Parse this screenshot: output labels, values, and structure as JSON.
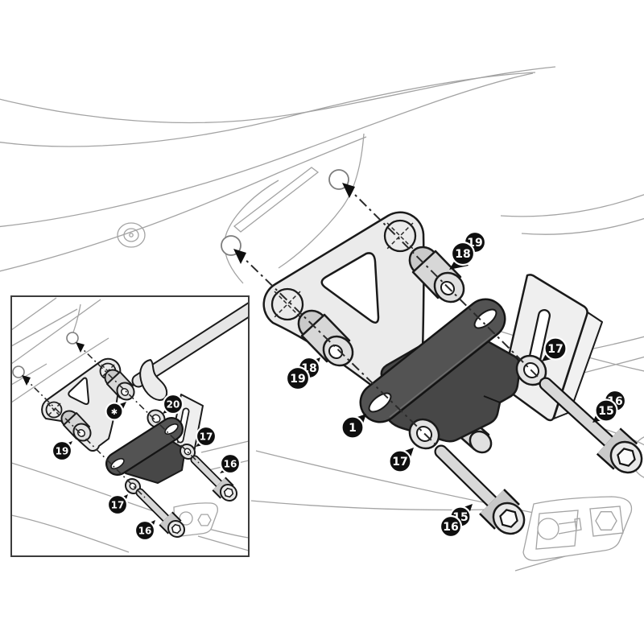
{
  "diagram": {
    "kind": "exploded-assembly-instruction",
    "background": "#ffffff",
    "colors": {
      "outline": "#1a1a1a",
      "bike_line": "#a3a3a3",
      "bracket_fill": "#ebebeb",
      "plate_fill": "#efefef",
      "spacer_fill": "#d7d7d7",
      "washer_fill": "#e3e3e3",
      "bolt_shaft_fill": "#d8d8d8",
      "bolt_head_fill": "#c9c9c9",
      "link_fill": "#535353",
      "cover_fill": "#474747",
      "badge_bg": "#0f0f0f",
      "badge_text": "#ffffff"
    },
    "views": {
      "main": {
        "callouts": [
          {
            "id": "18-top",
            "label": "18"
          },
          {
            "id": "19-top",
            "label": "19"
          },
          {
            "id": "19-left",
            "label": "19"
          },
          {
            "id": "18-left",
            "label": "18"
          },
          {
            "id": "part-1",
            "label": "1"
          },
          {
            "id": "17-right",
            "label": "17"
          },
          {
            "id": "16-right",
            "label": "16"
          },
          {
            "id": "15-right",
            "label": "15"
          },
          {
            "id": "17-bottom",
            "label": "17"
          },
          {
            "id": "15-bottom",
            "label": "15"
          },
          {
            "id": "16-bottom",
            "label": "16"
          }
        ]
      },
      "inset": {
        "callouts": [
          {
            "id": "star",
            "label": "✱"
          },
          {
            "id": "20",
            "label": "20"
          },
          {
            "id": "19",
            "label": "19"
          },
          {
            "id": "17-right",
            "label": "17"
          },
          {
            "id": "16-right",
            "label": "16"
          },
          {
            "id": "17-bottom",
            "label": "17"
          },
          {
            "id": "16-bottom",
            "label": "16"
          }
        ]
      }
    }
  }
}
